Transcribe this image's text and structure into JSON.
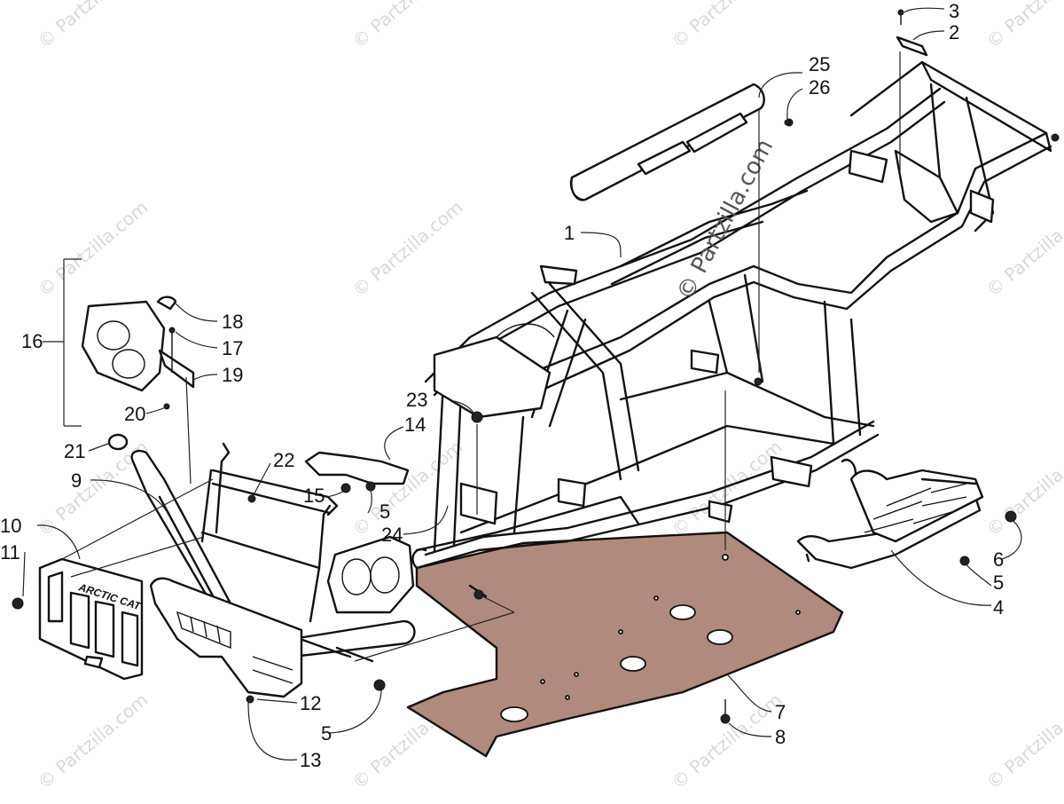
{
  "watermark": {
    "text": "© Partzilla.com"
  },
  "brand_mark": {
    "text": "ARCTIC CAT"
  },
  "callouts": [
    {
      "id": "c1",
      "label": "1"
    },
    {
      "id": "c2",
      "label": "2"
    },
    {
      "id": "c3",
      "label": "3"
    },
    {
      "id": "c4",
      "label": "4"
    },
    {
      "id": "c5a",
      "label": "5"
    },
    {
      "id": "c5b",
      "label": "5"
    },
    {
      "id": "c5c",
      "label": "5"
    },
    {
      "id": "c6",
      "label": "6"
    },
    {
      "id": "c7",
      "label": "7"
    },
    {
      "id": "c8",
      "label": "8"
    },
    {
      "id": "c9",
      "label": "9"
    },
    {
      "id": "c10",
      "label": "10"
    },
    {
      "id": "c11",
      "label": "11"
    },
    {
      "id": "c12",
      "label": "12"
    },
    {
      "id": "c13",
      "label": "13"
    },
    {
      "id": "c14",
      "label": "14"
    },
    {
      "id": "c15",
      "label": "15"
    },
    {
      "id": "c16",
      "label": "16"
    },
    {
      "id": "c17",
      "label": "17"
    },
    {
      "id": "c18",
      "label": "18"
    },
    {
      "id": "c19",
      "label": "19"
    },
    {
      "id": "c20",
      "label": "20"
    },
    {
      "id": "c21",
      "label": "21"
    },
    {
      "id": "c22",
      "label": "22"
    },
    {
      "id": "c23",
      "label": "23"
    },
    {
      "id": "c24",
      "label": "24"
    },
    {
      "id": "c25",
      "label": "25"
    },
    {
      "id": "c26",
      "label": "26"
    }
  ]
}
